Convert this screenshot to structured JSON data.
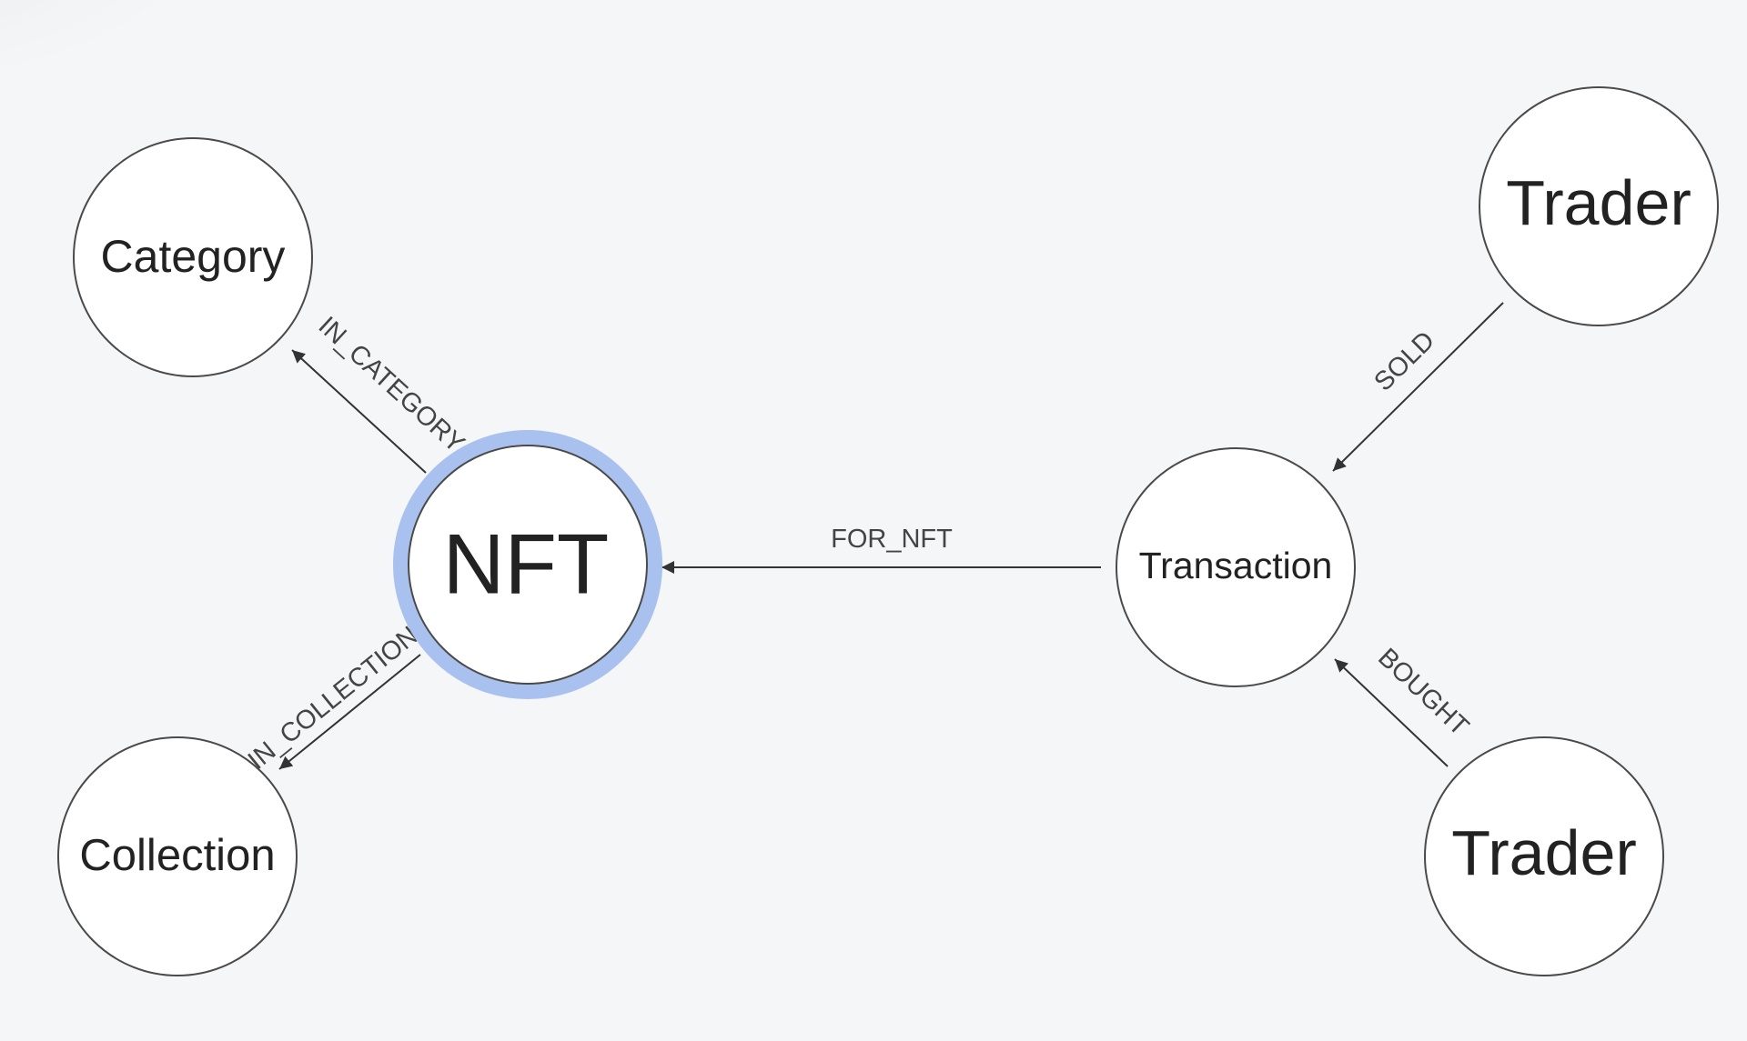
{
  "diagram": {
    "nodes": [
      {
        "id": "category",
        "label": "Category"
      },
      {
        "id": "nft",
        "label": "NFT",
        "selected": true
      },
      {
        "id": "collection",
        "label": "Collection"
      },
      {
        "id": "transaction",
        "label": "Transaction"
      },
      {
        "id": "trader_top",
        "label": "Trader"
      },
      {
        "id": "trader_bottom",
        "label": "Trader"
      }
    ],
    "edges": [
      {
        "id": "in_category",
        "label": "IN_CATEGORY",
        "from": "nft",
        "to": "category"
      },
      {
        "id": "in_collection",
        "label": "IN_COLLECTION",
        "from": "nft",
        "to": "collection"
      },
      {
        "id": "for_nft",
        "label": "FOR_NFT",
        "from": "transaction",
        "to": "nft"
      },
      {
        "id": "sold",
        "label": "SOLD",
        "from": "trader_top",
        "to": "transaction"
      },
      {
        "id": "bought",
        "label": "BOUGHT",
        "from": "trader_bottom",
        "to": "transaction"
      }
    ],
    "colors": {
      "background": "#f5f6f8",
      "node_fill": "#ffffff",
      "node_stroke": "#4a4a4a",
      "selected_halo": "#a9c1ee",
      "edge": "#333333"
    }
  }
}
